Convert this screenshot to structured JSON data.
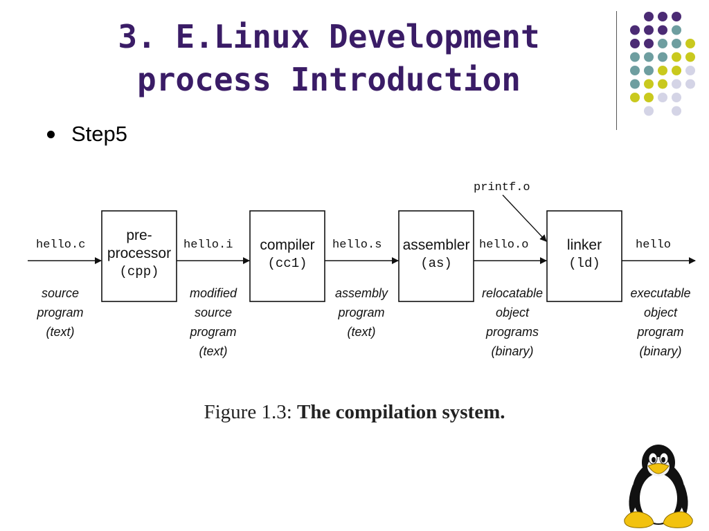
{
  "slide": {
    "title_line1": "3. E.Linux Development",
    "title_line2": "process Introduction",
    "bullet": "Step5"
  },
  "diagram": {
    "inputs": [
      "hello.c",
      "hello.i",
      "hello.s",
      "hello.o",
      "hello"
    ],
    "side_input": "printf.o",
    "boxes": [
      {
        "line1": "pre-",
        "line2": "processor",
        "line3": "(cpp)"
      },
      {
        "line1": "compiler",
        "line2": "(cc1)"
      },
      {
        "line1": "assembler",
        "line2": "(as)"
      },
      {
        "line1": "linker",
        "line2": "(ld)"
      }
    ],
    "descriptions": [
      "source\nprogram\n(text)",
      "modified\nsource\nprogram\n(text)",
      "assembly\nprogram\n(text)",
      "relocatable\nobject\nprograms\n(binary)",
      "executable\nobject\nprogram\n(binary)"
    ],
    "caption_prefix": "Figure 1.3:",
    "caption_text": "The compilation system."
  },
  "colors": {
    "title": "#3a1c66",
    "dot_purple": "#4b2b74",
    "dot_teal": "#6e9ea0",
    "dot_yellow": "#c9c91e",
    "dot_lavender": "#d4d4e6"
  },
  "icons": [
    "tux-penguin-icon"
  ]
}
